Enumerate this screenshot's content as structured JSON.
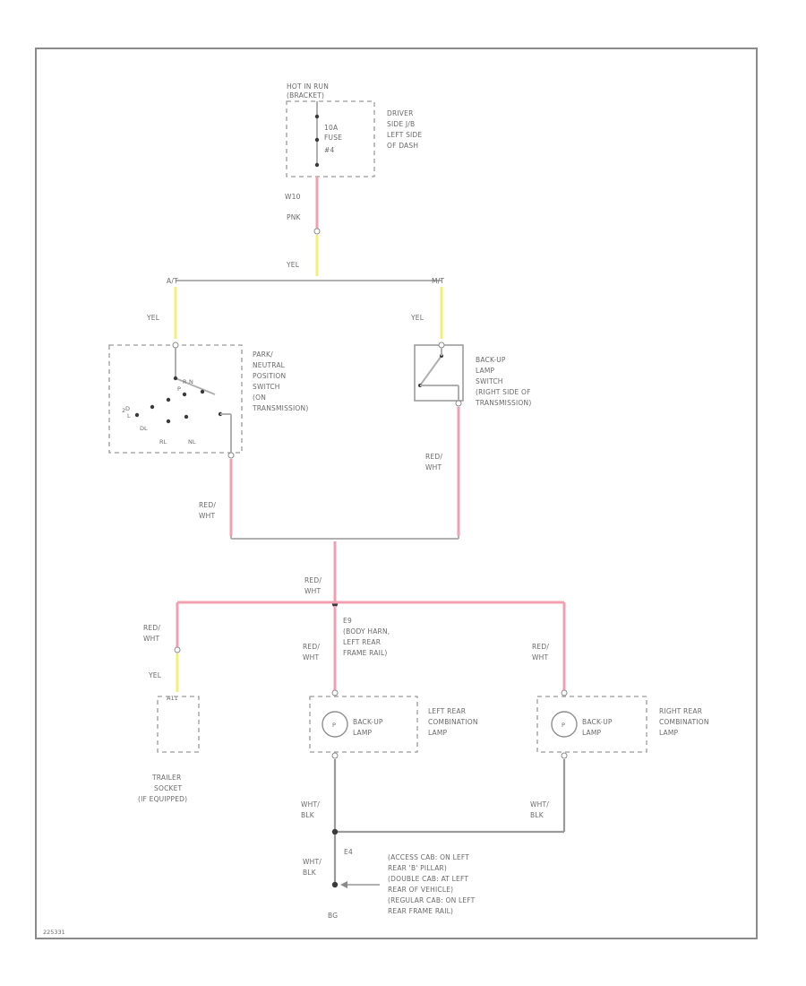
{
  "fuse_box": {
    "power_label": [
      "HOT IN RUN",
      "(BRACKET)"
    ],
    "fuse": [
      "10A",
      "FUSE",
      "#4"
    ],
    "location": [
      "DRIVER",
      "SIDE J/B",
      "LEFT SIDE",
      "OF DASH"
    ],
    "pin_label": "W10",
    "wire_color": "PNK",
    "splice_color": "YEL"
  },
  "top_bus": {
    "left_label": "A/T",
    "right_label": "M/T"
  },
  "park_neutral_switch": {
    "wire_in": "YEL",
    "description": [
      "PARK/",
      "NEUTRAL",
      "POSITION",
      "SWITCH",
      "(ON",
      "TRANSMISSION)"
    ],
    "positions": [
      "P",
      "R",
      "N",
      "D",
      "2",
      "L",
      "DL",
      "RL",
      "NL"
    ],
    "wire_out": [
      "RED/",
      "WHT"
    ]
  },
  "backup_switch": {
    "wire_in": "YEL",
    "description": [
      "BACK-UP",
      "LAMP",
      "SWITCH",
      "(RIGHT SIDE OF",
      "TRANSMISSION)"
    ],
    "wire_out": [
      "RED/",
      "WHT"
    ]
  },
  "junction": {
    "wire": [
      "RED/",
      "WHT"
    ],
    "splice_id": "E9",
    "splice_desc": [
      "(BODY HARN,",
      "LEFT REAR",
      "FRAME RAIL)"
    ]
  },
  "trailer": {
    "wire1": [
      "RED/",
      "WHT"
    ],
    "wire2": "YEL",
    "connector": "A11",
    "label": [
      "TRAILER",
      "SOCKET",
      "(IF EQUIPPED)"
    ]
  },
  "left_lamp": {
    "wire": [
      "RED/",
      "WHT"
    ],
    "lamp_name": [
      "BACK-UP",
      "LAMP"
    ],
    "description": [
      "LEFT REAR",
      "COMBINATION",
      "LAMP"
    ]
  },
  "right_lamp": {
    "wire": [
      "RED/",
      "WHT"
    ],
    "lamp_name": [
      "BACK-UP",
      "LAMP"
    ],
    "description": [
      "RIGHT REAR",
      "COMBINATION",
      "LAMP"
    ]
  },
  "ground": {
    "wire_left": [
      "WHT/",
      "BLK"
    ],
    "wire_right": [
      "WHT/",
      "BLK"
    ],
    "splice": "E4",
    "wire_lower": [
      "WHT/",
      "BLK"
    ],
    "ground_id": "BG",
    "notes": [
      "(ACCESS CAB: ON LEFT",
      "REAR 'B' PILLAR)",
      "(DOUBLE CAB: AT LEFT",
      "REAR OF VEHICLE)",
      "(REGULAR CAB: ON LEFT",
      "REAR FRAME RAIL)"
    ]
  },
  "figure_id": "225331"
}
